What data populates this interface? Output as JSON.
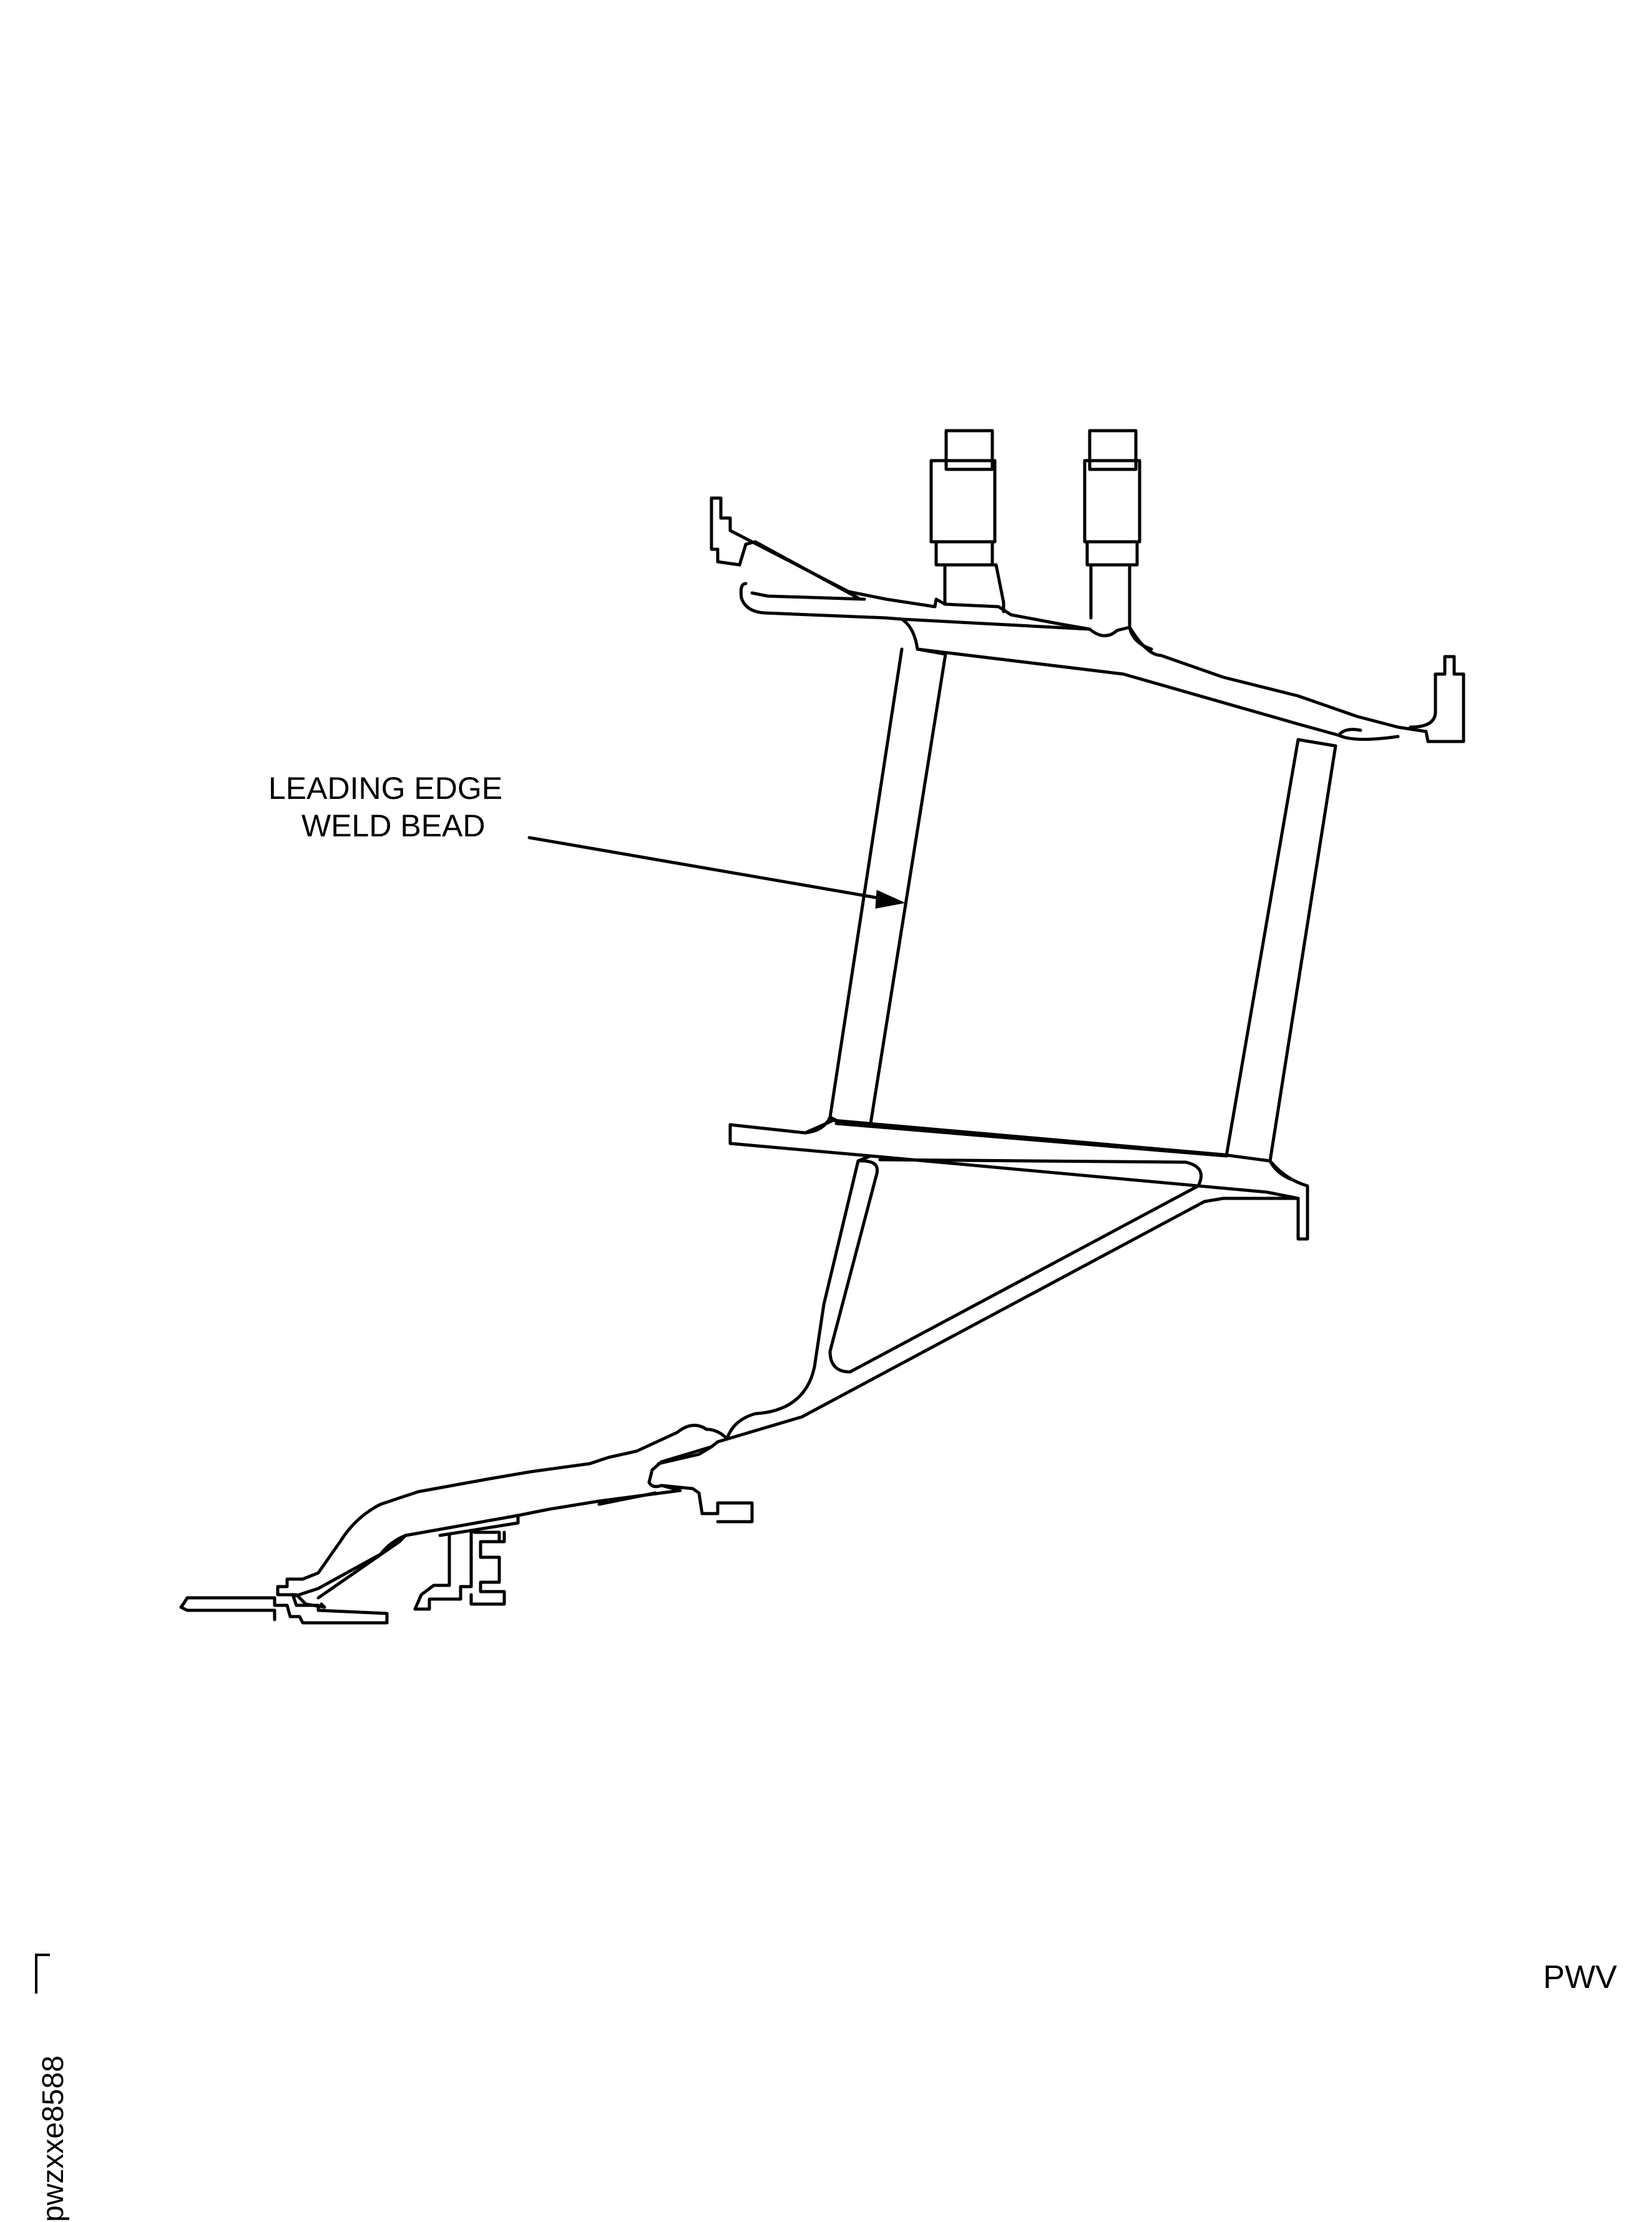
{
  "callout": {
    "line1": "LEADING EDGE",
    "line2": "WELD BEAD"
  },
  "figure_id": "pwzxxe8588",
  "corner_code": "PWV"
}
